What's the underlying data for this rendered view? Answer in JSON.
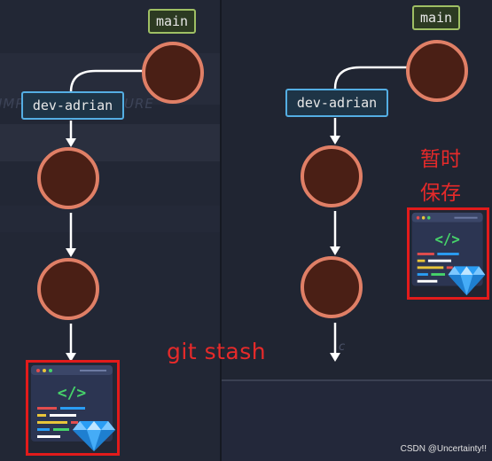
{
  "left_panel": {
    "main_label": "main",
    "branch_label": "dev-adrian",
    "faint_text_left": "IMPO",
    "faint_text_right": "URE"
  },
  "right_panel": {
    "main_label": "main",
    "branch_label": "dev-adrian",
    "annotation_line1": "暂时",
    "annotation_line2": "保存",
    "faint_text": "c"
  },
  "command_label": "git stash",
  "watermark": "CSDN @Uncertainty!!",
  "colors": {
    "commit_fill": "#4a1f15",
    "commit_border": "#e07f66",
    "main_border": "#9fbf64",
    "dev_border": "#54aee3",
    "highlight_red": "#e21b1b",
    "code_green": "#46d36a",
    "gem_blue": "#2a9df4"
  }
}
